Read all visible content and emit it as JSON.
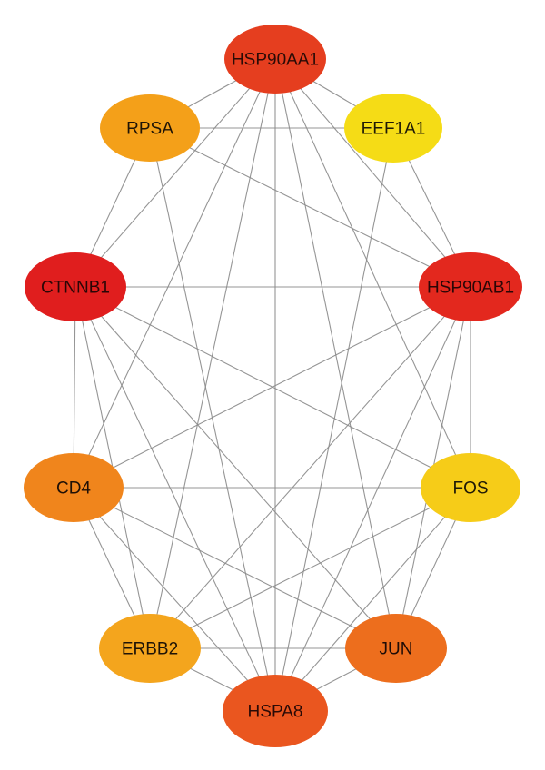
{
  "nodes": [
    {
      "id": "HSP90AA1",
      "label": "HSP90AA1",
      "color": "#e53e1f",
      "label_color": "#2a0b06"
    },
    {
      "id": "RPSA",
      "label": "RPSA",
      "color": "#f4a019",
      "label_color": "#1f1406"
    },
    {
      "id": "EEF1A1",
      "label": "EEF1A1",
      "color": "#f5dc16",
      "label_color": "#1f1a06"
    },
    {
      "id": "CTNNB1",
      "label": "CTNNB1",
      "color": "#e01e1e",
      "label_color": "#2a0606"
    },
    {
      "id": "HSP90AB1",
      "label": "HSP90AB1",
      "color": "#e3281e",
      "label_color": "#2a0606"
    },
    {
      "id": "CD4",
      "label": "CD4",
      "color": "#f0851c",
      "label_color": "#1f1006"
    },
    {
      "id": "FOS",
      "label": "FOS",
      "color": "#f6cc18",
      "label_color": "#1f1906"
    },
    {
      "id": "ERBB2",
      "label": "ERBB2",
      "color": "#f4a51d",
      "label_color": "#1f1406"
    },
    {
      "id": "JUN",
      "label": "JUN",
      "color": "#ed6e1d",
      "label_color": "#1f0c06"
    },
    {
      "id": "HSPA8",
      "label": "HSPA8",
      "color": "#ea561f",
      "label_color": "#2a0a06"
    }
  ],
  "edges": [
    [
      "HSP90AA1",
      "RPSA"
    ],
    [
      "HSP90AA1",
      "EEF1A1"
    ],
    [
      "HSP90AA1",
      "CTNNB1"
    ],
    [
      "HSP90AA1",
      "HSP90AB1"
    ],
    [
      "HSP90AA1",
      "CD4"
    ],
    [
      "HSP90AA1",
      "FOS"
    ],
    [
      "HSP90AA1",
      "ERBB2"
    ],
    [
      "HSP90AA1",
      "JUN"
    ],
    [
      "HSP90AA1",
      "HSPA8"
    ],
    [
      "RPSA",
      "EEF1A1"
    ],
    [
      "RPSA",
      "CTNNB1"
    ],
    [
      "RPSA",
      "HSP90AB1"
    ],
    [
      "RPSA",
      "HSPA8"
    ],
    [
      "EEF1A1",
      "HSP90AB1"
    ],
    [
      "EEF1A1",
      "HSPA8"
    ],
    [
      "CTNNB1",
      "HSP90AB1"
    ],
    [
      "CTNNB1",
      "CD4"
    ],
    [
      "CTNNB1",
      "FOS"
    ],
    [
      "CTNNB1",
      "ERBB2"
    ],
    [
      "CTNNB1",
      "JUN"
    ],
    [
      "CTNNB1",
      "HSPA8"
    ],
    [
      "HSP90AB1",
      "CD4"
    ],
    [
      "HSP90AB1",
      "FOS"
    ],
    [
      "HSP90AB1",
      "ERBB2"
    ],
    [
      "HSP90AB1",
      "JUN"
    ],
    [
      "HSP90AB1",
      "HSPA8"
    ],
    [
      "CD4",
      "FOS"
    ],
    [
      "CD4",
      "ERBB2"
    ],
    [
      "CD4",
      "JUN"
    ],
    [
      "CD4",
      "HSPA8"
    ],
    [
      "FOS",
      "ERBB2"
    ],
    [
      "FOS",
      "JUN"
    ],
    [
      "FOS",
      "HSPA8"
    ],
    [
      "ERBB2",
      "JUN"
    ],
    [
      "ERBB2",
      "HSPA8"
    ],
    [
      "JUN",
      "HSPA8"
    ]
  ]
}
